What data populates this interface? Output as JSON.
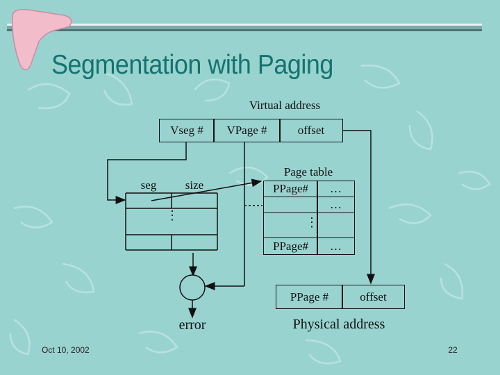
{
  "title": "Segmentation with Paging",
  "virtual_address": {
    "label": "Virtual address",
    "fields": [
      "Vseg #",
      "VPage #",
      "offset"
    ]
  },
  "segment_table": {
    "headers": [
      "seg",
      "size"
    ],
    "dots": "⋮"
  },
  "page_table": {
    "label": "Page table",
    "rows": [
      [
        "PPage#",
        "…"
      ],
      [
        "",
        "…"
      ],
      [
        "PPage#",
        "…"
      ]
    ],
    "dots": "⋮"
  },
  "comparator": {
    "symbol": ">",
    "error_label": "error"
  },
  "physical_address": {
    "label": "Physical address",
    "fields": [
      "PPage #",
      "offset"
    ]
  },
  "footer": {
    "date": "Oct 10, 2002",
    "page_number": "22"
  },
  "colors": {
    "background": "#99d3d0",
    "title": "#14736e",
    "logo": "#f0b9c9",
    "decor": "#b9e3e1"
  }
}
